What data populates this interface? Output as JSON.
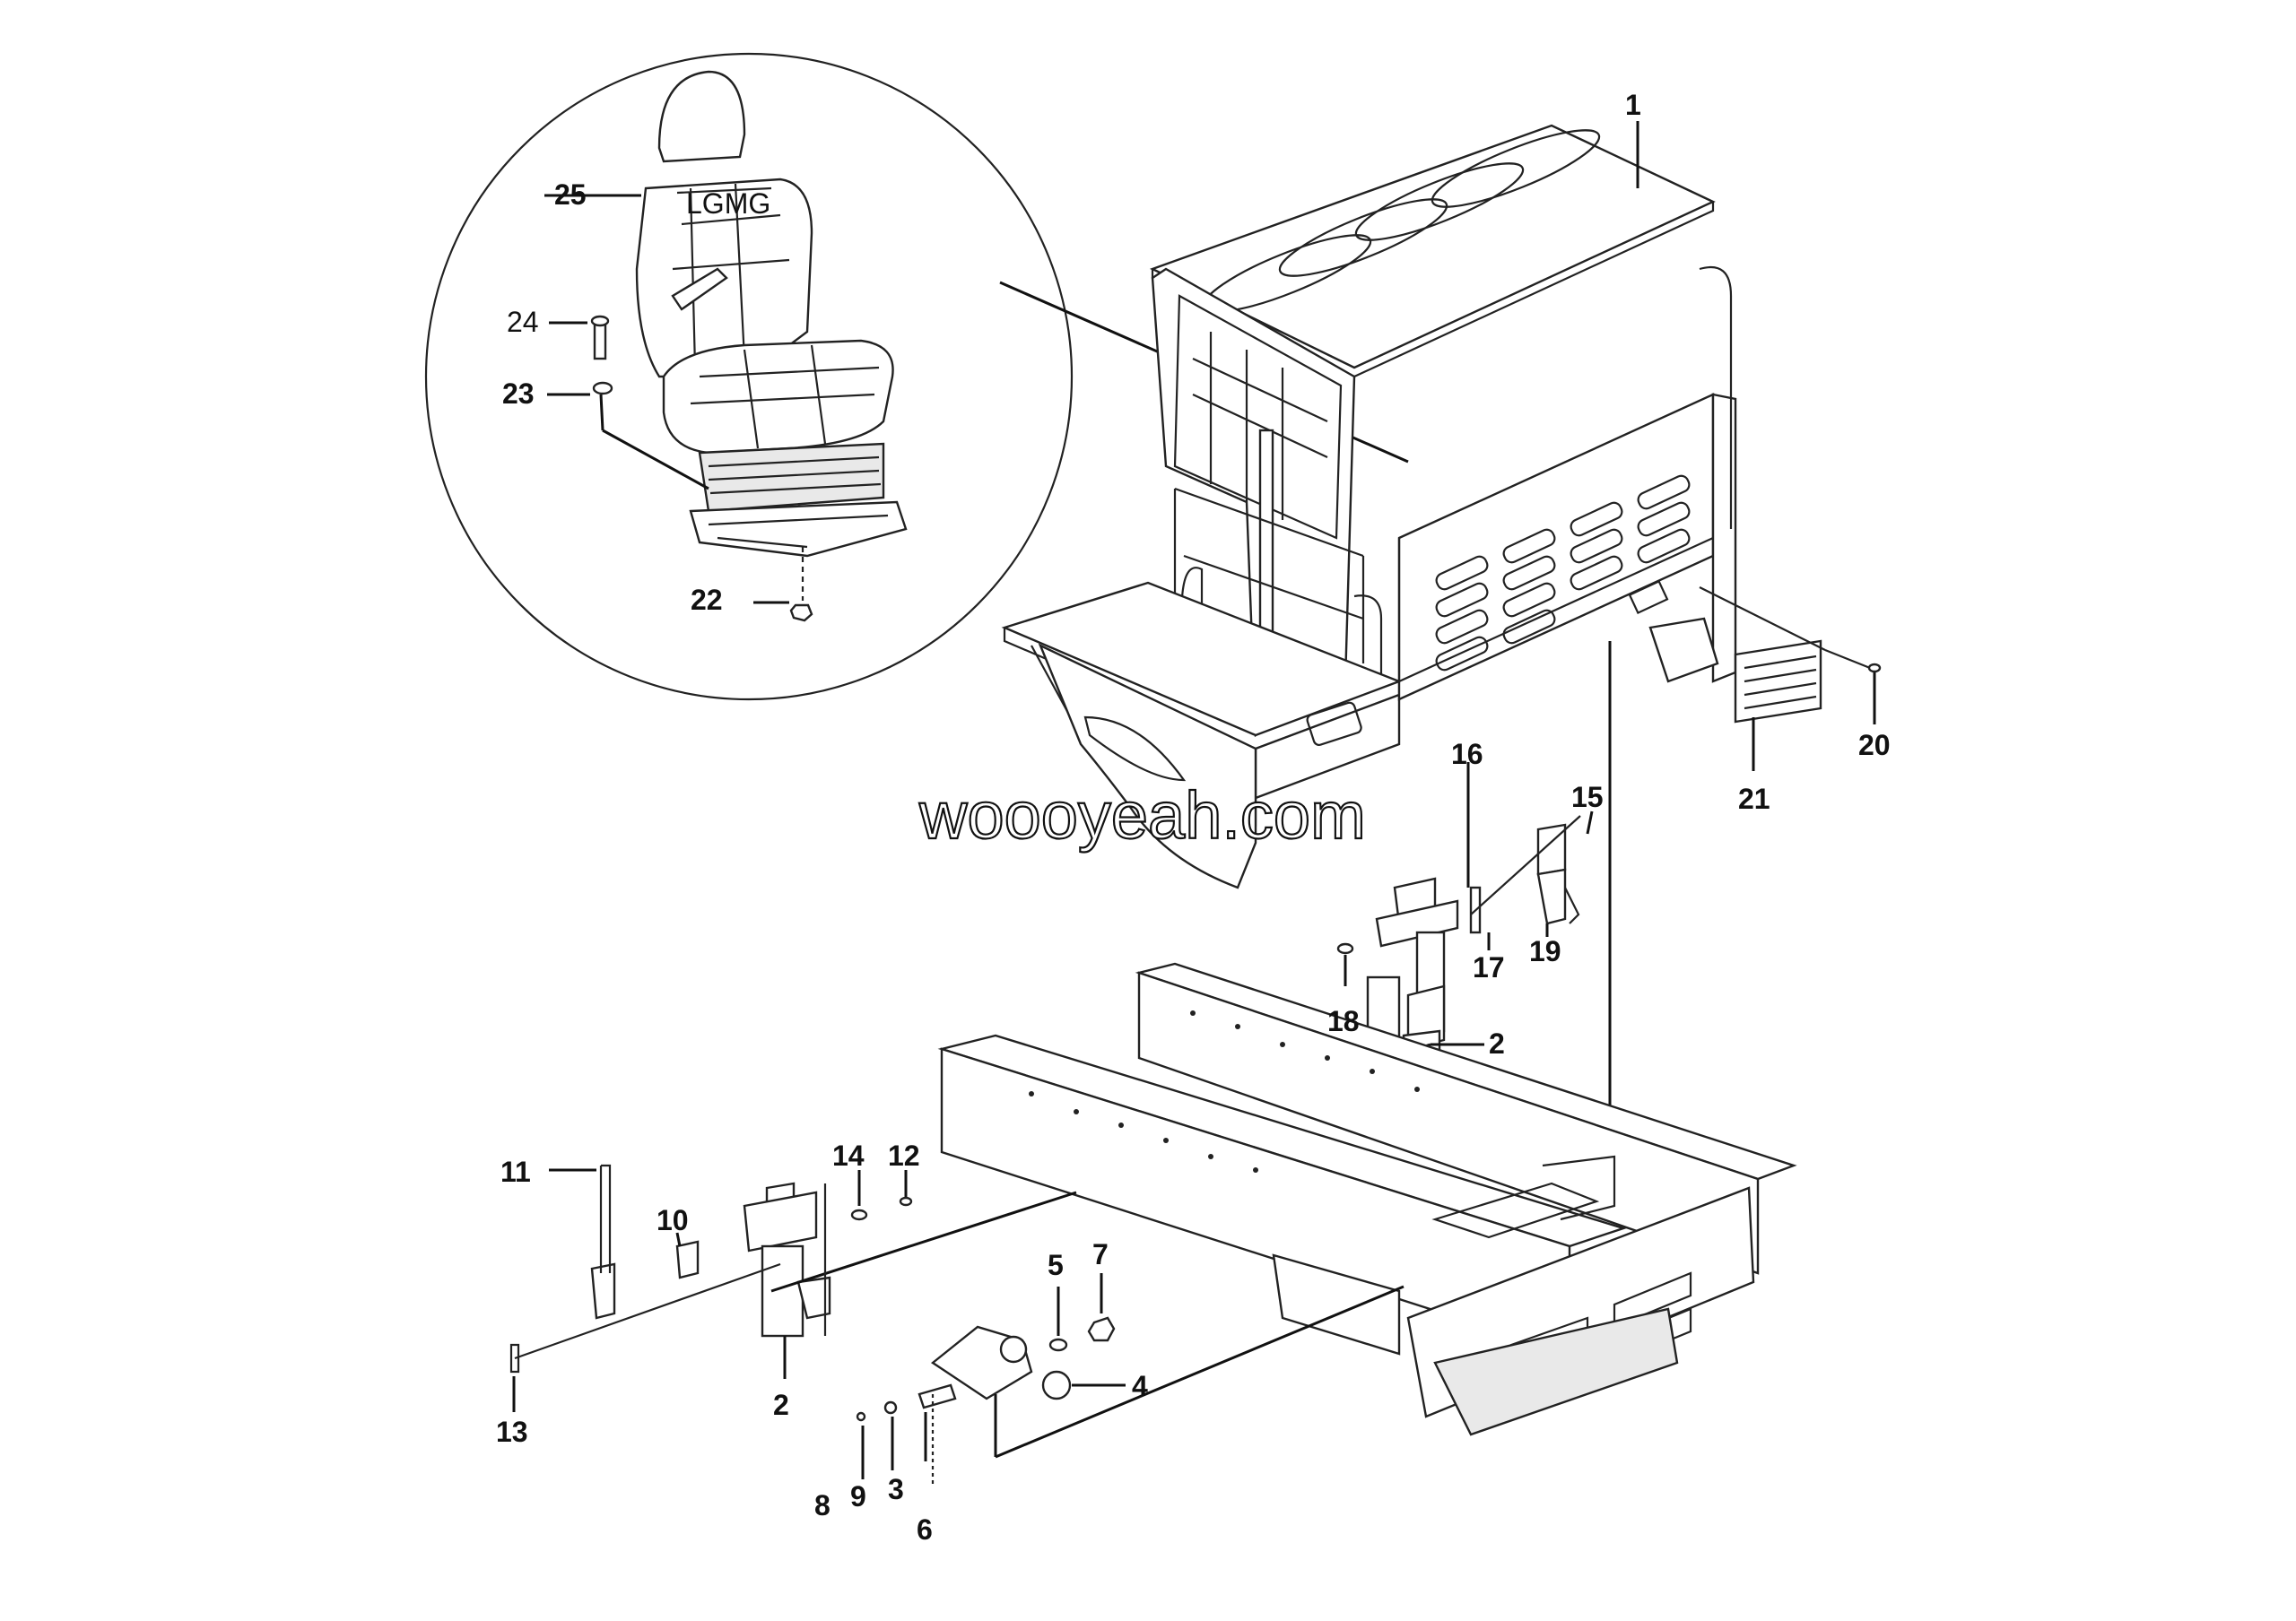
{
  "watermark": "woooyeah.com",
  "seat_logo": "LGMG",
  "callouts": {
    "c1": "1",
    "c2a": "2",
    "c2b": "2",
    "c3": "3",
    "c4": "4",
    "c5": "5",
    "c6": "6",
    "c7": "7",
    "c8": "8",
    "c9": "9",
    "c10": "10",
    "c11": "11",
    "c12": "12",
    "c13": "13",
    "c14": "14",
    "c15": "15",
    "c16": "16",
    "c17": "17",
    "c18": "18",
    "c19": "19",
    "c20": "20",
    "c21": "21",
    "c22": "22",
    "c23": "23",
    "c24": "24",
    "c25": "25"
  }
}
